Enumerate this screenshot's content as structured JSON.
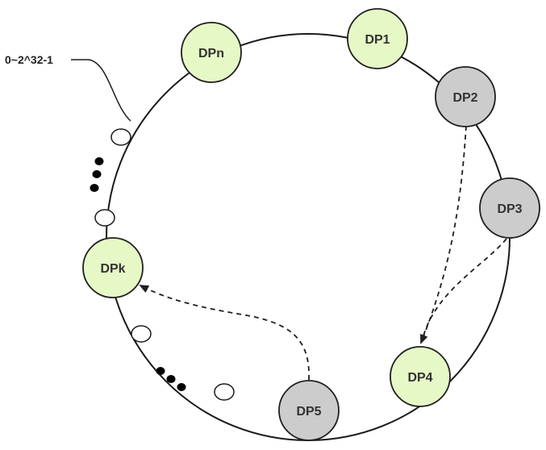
{
  "diagram": {
    "range_label": "0~2^32-1",
    "colors": {
      "ring": "#1a1a1a",
      "active_fill": "#e6f8c6",
      "inactive_fill": "#cccccc",
      "node_stroke": "#1f1f1f",
      "hollow_fill": "#ffffff",
      "ellipsis_dot": "#000000",
      "arrow": "#1f1f1f"
    },
    "nodes": [
      {
        "id": "dpn",
        "label": "DPn",
        "state": "active"
      },
      {
        "id": "dp1",
        "label": "DP1",
        "state": "active"
      },
      {
        "id": "dp2",
        "label": "DP2",
        "state": "inactive"
      },
      {
        "id": "dp3",
        "label": "DP3",
        "state": "inactive"
      },
      {
        "id": "dp4",
        "label": "DP4",
        "state": "active"
      },
      {
        "id": "dp5",
        "label": "DP5",
        "state": "inactive"
      },
      {
        "id": "dpk",
        "label": "DPk",
        "state": "active"
      }
    ],
    "edges": [
      {
        "from": "DP2",
        "to": "DP4",
        "style": "dashed"
      },
      {
        "from": "DP3",
        "to": "DP4",
        "style": "dashed"
      },
      {
        "from": "DP5",
        "to": "DPk",
        "style": "dashed"
      }
    ]
  }
}
